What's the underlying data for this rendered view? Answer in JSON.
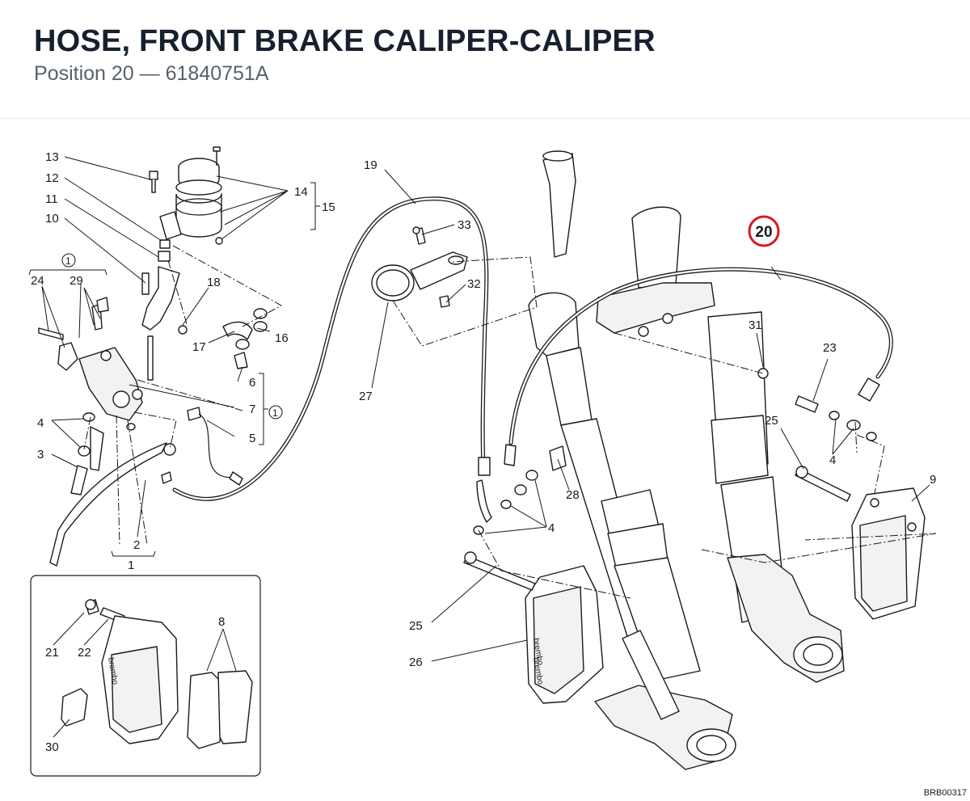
{
  "header": {
    "title": "HOSE, FRONT BRAKE CALIPER-CALIPER",
    "position_label": "Position 20",
    "separator": "—",
    "part_number": "61840751A"
  },
  "diagram": {
    "highlighted_callout": "20",
    "highlight_color": "#d6191f",
    "reference_code": "BRB00317",
    "callouts": {
      "c1": "1",
      "c1a": "1",
      "c1b": "1",
      "c2": "2",
      "c3": "3",
      "c4a": "4",
      "c4b": "4",
      "c4c": "4",
      "c5": "5",
      "c6": "6",
      "c7": "7",
      "c8": "8",
      "c9": "9",
      "c10": "10",
      "c11": "11",
      "c12": "12",
      "c13": "13",
      "c14": "14",
      "c15": "15",
      "c16": "16",
      "c17": "17",
      "c18": "18",
      "c19": "19",
      "c21": "21",
      "c22": "22",
      "c23": "23",
      "c24": "24",
      "c25a": "25",
      "c25b": "25",
      "c26": "26",
      "c27": "27",
      "c28": "28",
      "c29": "29",
      "c30": "30",
      "c31": "31",
      "c32": "32",
      "c33": "33"
    }
  }
}
